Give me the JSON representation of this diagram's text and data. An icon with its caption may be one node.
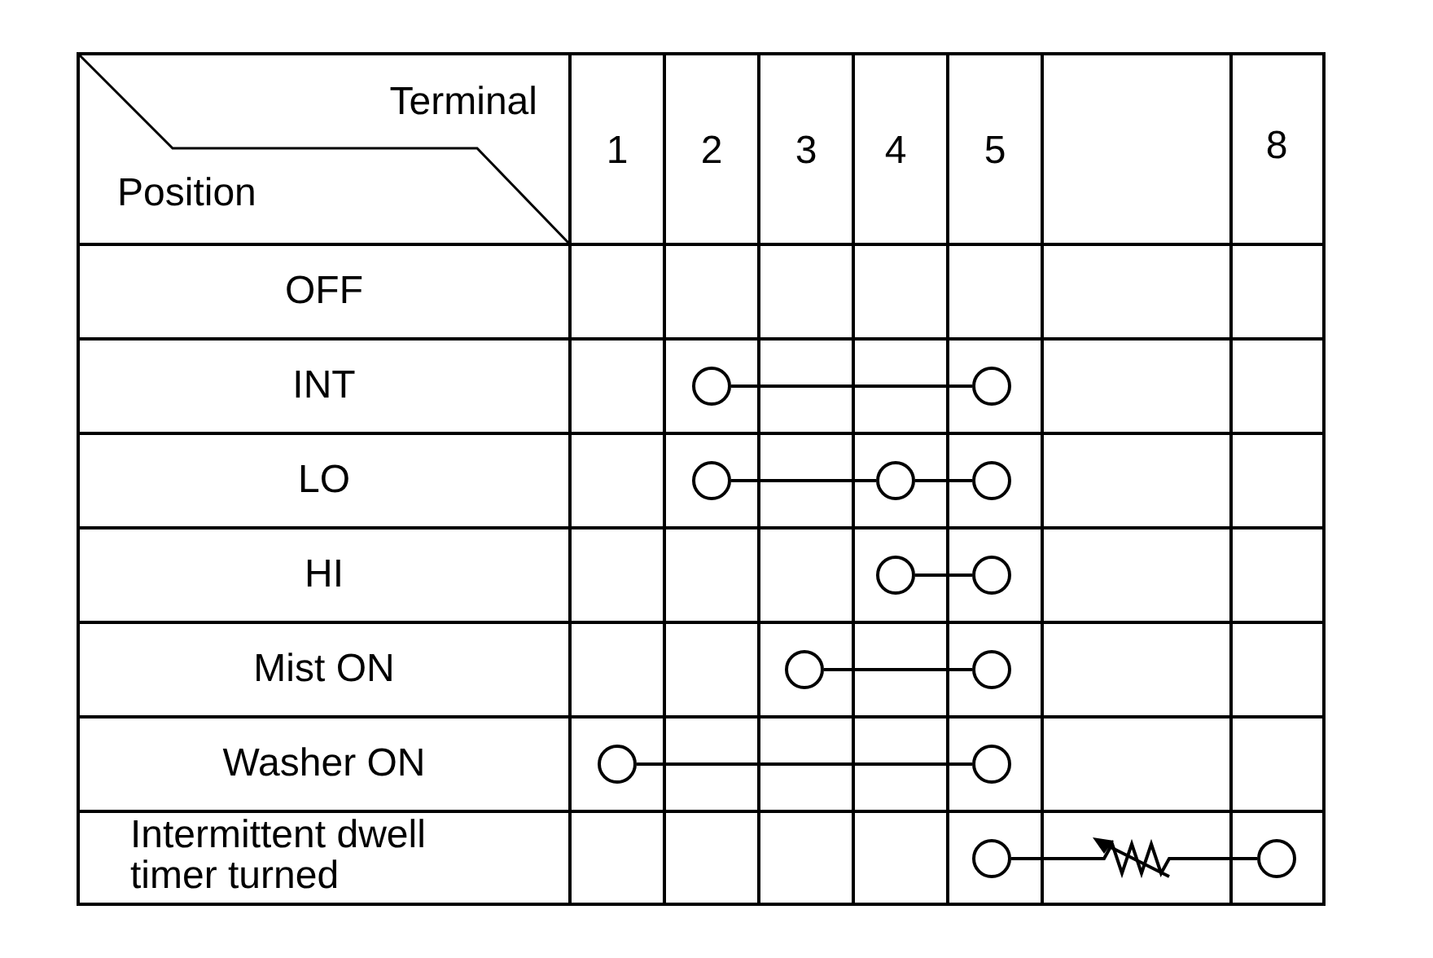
{
  "diagram": {
    "nodes": [
      {
        "text": [],
        "shape": "circle"
      },
      {
        "text": [],
        "shape": "circle"
      },
      {
        "text": [],
        "shape": "circle"
      },
      {
        "text": [],
        "shape": "circle"
      },
      {
        "text": [],
        "shape": "circle"
      },
      {
        "text": [],
        "shape": "circle"
      },
      {
        "text": [],
        "shape": "circle"
      },
      {
        "text": [],
        "shape": "circle"
      },
      {
        "text": [],
        "shape": "circle"
      },
      {
        "text": [],
        "shape": "circle"
      },
      {
        "text": [],
        "shape": "circle"
      },
      {
        "text": [],
        "shape": "circle"
      },
      {
        "text": [],
        "shape": "resistor"
      },
      {
        "text": [],
        "shape": "circle"
      }
    ],
    "edges": [
      {
        "from": 0,
        "to": 1,
        "arrow": "none"
      },
      {
        "from": 2,
        "to": 3,
        "arrow": "none"
      },
      {
        "from": 3,
        "to": 4,
        "arrow": "none"
      },
      {
        "from": 5,
        "to": 6,
        "arrow": "none"
      },
      {
        "from": 7,
        "to": 8,
        "arrow": "none"
      },
      {
        "from": 9,
        "to": 10,
        "arrow": "none"
      },
      {
        "from": 11,
        "to": 12,
        "arrow": "none"
      },
      {
        "from": 12,
        "to": 13,
        "arrow": "none"
      }
    ],
    "labels": [
      "Terminal",
      "Position",
      "1",
      "2",
      "3",
      "4",
      "5",
      "8",
      "OFF",
      "INT",
      "LO",
      "HI",
      "Mist ON",
      "Washer ON",
      "Intermittent dwell timer turned"
    ]
  }
}
